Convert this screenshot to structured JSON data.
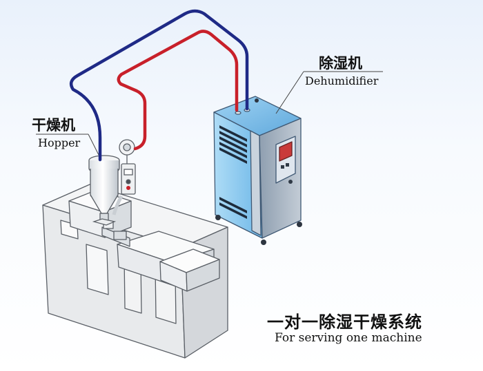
{
  "labels": {
    "hopper_cn": "干燥机",
    "hopper_en": "Hopper",
    "dehumidifier_cn": "除湿机",
    "dehumidifier_en": "Dehumidifier",
    "system_cn": "一对一除湿干燥系统",
    "system_en": "For serving one machine"
  },
  "colors": {
    "supply_pipe": "#c8202a",
    "return_pipe": "#1f2a86",
    "dehumidifier_body": "#7ec4ef",
    "dehumidifier_side": "#9aa9b9",
    "machine_body": "#eceef0"
  }
}
